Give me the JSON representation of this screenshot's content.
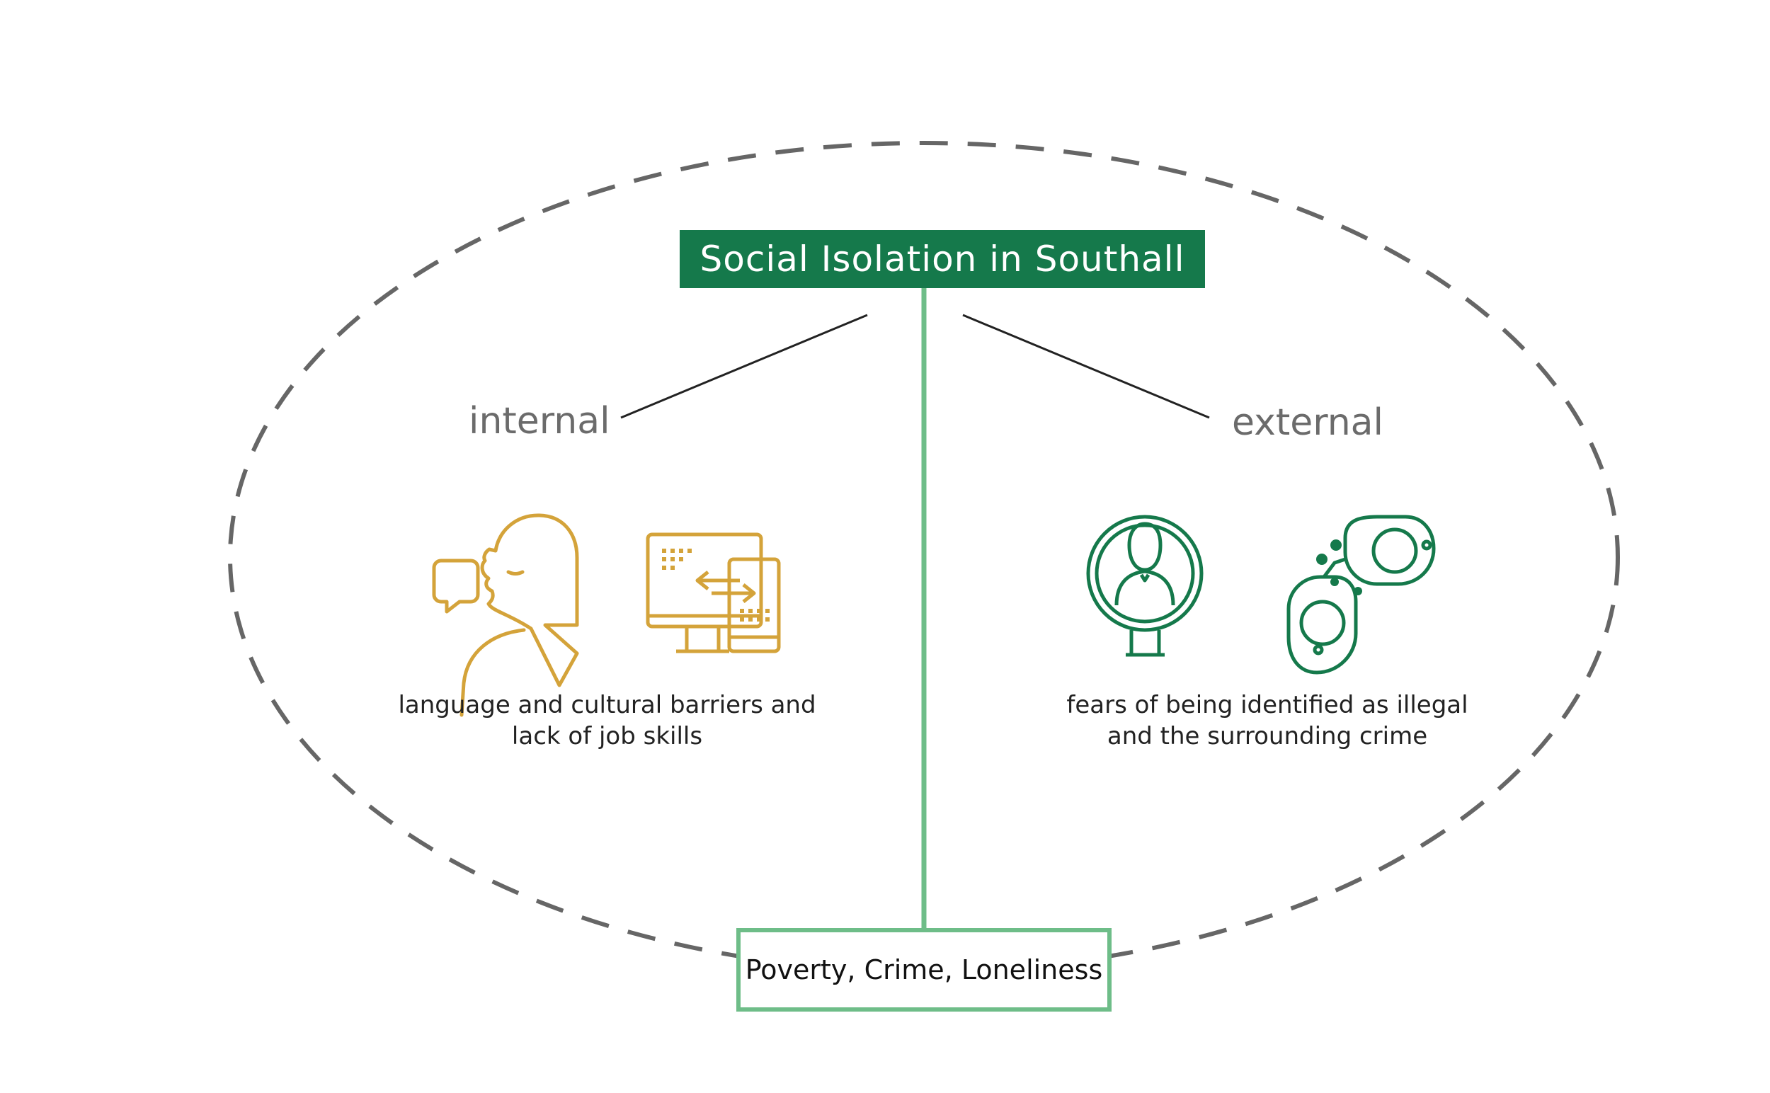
{
  "title": "Social Isolation in Southall",
  "branches": {
    "internal": {
      "label": "internal",
      "description_line1": "language and cultural barriers and",
      "description_line2": "lack of job skills",
      "icons": [
        "speaking-person-icon",
        "computer-tablet-transfer-icon"
      ]
    },
    "external": {
      "label": "external",
      "description_line1": "fears of being identified as illegal",
      "description_line2": "and the surrounding crime",
      "icons": [
        "identified-person-icon",
        "handcuffs-icon"
      ]
    }
  },
  "outcome": "Poverty, Crime, Loneliness",
  "colors": {
    "title_bg": "#15794b",
    "stem_line": "#6ebd88",
    "internal_icon": "#d4a33a",
    "external_icon": "#15794b",
    "dashed_ellipse": "#666666"
  }
}
